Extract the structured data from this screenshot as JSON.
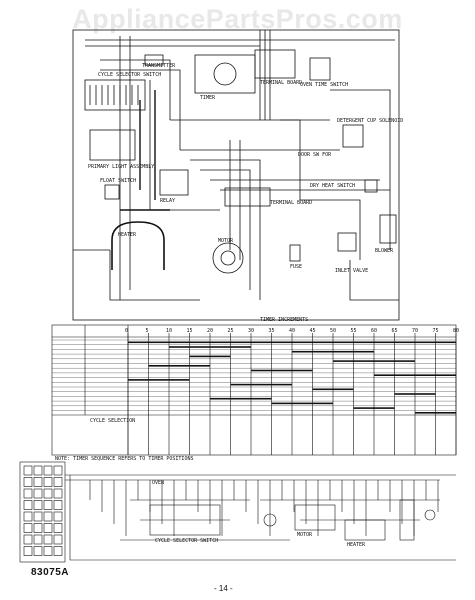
{
  "watermark": "AppliancePartsPros.com",
  "model_number": "83075A",
  "page_number": "- 14 -",
  "pictorial": {
    "labels": {
      "transmitter": "TRANSMITTER",
      "cycle_selector": "CYCLE SELECTOR SWITCH",
      "timer": "TIMER",
      "terminal_board_top": "TERMINAL BOARD",
      "oven_time_switch": "OVEN TIME SWITCH",
      "detergent_cup": "DETERGENT CUP SOLENOID",
      "primary_light": "PRIMARY LIGHT ASSEMBLY",
      "float_switch": "FLOAT SWITCH",
      "door_switch": "DOOR SW FOR",
      "relay": "RELAY",
      "terminal_board_mid": "TERMINAL BOARD",
      "dry_heat": "DRY HEAT SWITCH",
      "heater": "HEATER",
      "motor": "MOTOR",
      "fuse": "FUSE",
      "inlet_valve": "INLET VALVE",
      "blower": "BLOWER"
    }
  },
  "timer_chart": {
    "header": "TIMER INCREMENTS",
    "increments": [
      "0",
      "5",
      "10",
      "15",
      "20",
      "25",
      "30",
      "35",
      "40",
      "45",
      "50",
      "55",
      "60",
      "65",
      "70",
      "75",
      "80"
    ],
    "cycle_selection": "CYCLE SELECTION",
    "note": "NOTE: TIMER SEQUENCE REFERS TO TIMER POSITIONS"
  },
  "schematic": {
    "label_oven": "OVEN",
    "label_motor": "MOTOR",
    "label_heater": "HEATER",
    "label_selector": "CYCLE SELECTOR SWITCH"
  }
}
